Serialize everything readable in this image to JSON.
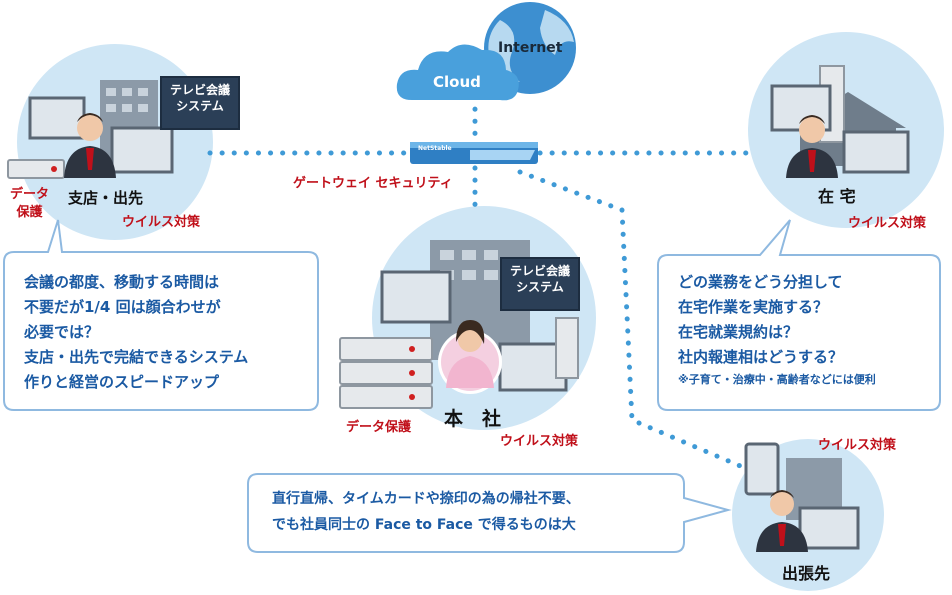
{
  "network": {
    "cloud_label": "Cloud",
    "internet_label": "Internet",
    "gateway_device_label": "NetStable",
    "gateway_label": "ゲートウェイ セキュリティ"
  },
  "branch": {
    "name": "支店・出先",
    "data_protection": "データ\n保護",
    "virus": "ウイルス対策",
    "video_conf": "テレビ会議\nシステム",
    "bubble_lines": [
      "会議の都度、移動する時間は",
      "不要だが1/4 回は顔合わせが",
      "必要では？",
      "支店・出先で完結できるシステム",
      "作りと経営のスピードアップ"
    ]
  },
  "hq": {
    "name": "本　社",
    "data_protection": "データ保護",
    "virus": "ウイルス対策",
    "video_conf": "テレビ会議\nシステム"
  },
  "home": {
    "name": "在 宅",
    "virus": "ウイルス対策",
    "bubble_lines": [
      "どの業務をどう分担して",
      "在宅作業を実施する？",
      "在宅就業規約は？",
      "社内報連相はどうする？"
    ],
    "bubble_note": "※子育て・治療中・高齢者などには便利"
  },
  "trip": {
    "name": "出張先",
    "virus": "ウイルス対策",
    "bubble_lines": [
      "直行直帰、タイムカードや捺印の為の帰社不要、",
      "でも社員同士の Face to Face で得るものは大"
    ]
  },
  "colors": {
    "circle": "#cfe6f5",
    "dotted_line": "#3f9ad6",
    "bubble_border": "#8fb9e0",
    "bubble_text": "#1b5aa3",
    "accent_red": "#c0101a"
  }
}
